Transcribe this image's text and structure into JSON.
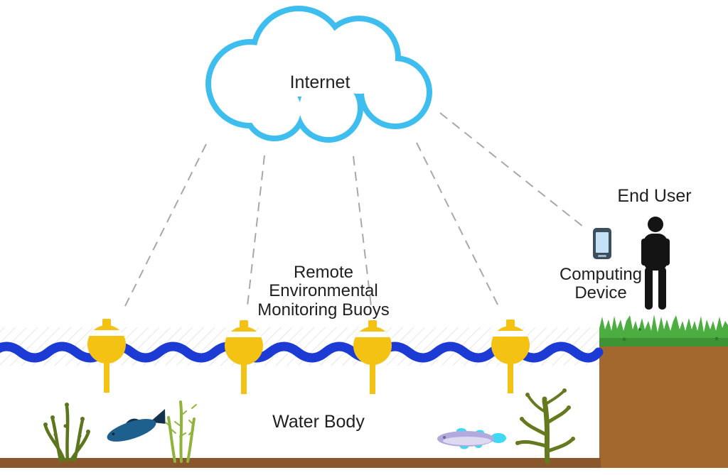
{
  "scene": {
    "labels": {
      "internet": "Internet",
      "remote_buoys": "Remote Environmental Monitoring Buoys",
      "computing_device": "Computing Device",
      "end_user": "End User",
      "water_body": "Water Body"
    },
    "colors": {
      "cloud_outline": "#3EBEEE",
      "water_wave": "#1C3BD4",
      "buoy": "#F3C212",
      "grass_light": "#4CAE41",
      "grass_dark": "#3E9334",
      "shore_soil": "#A2682E",
      "sediment": "#8A562B",
      "dashed_link": "#A8A8A8",
      "person": "#141414",
      "phone_body": "#3D4E5C",
      "phone_screen": "#C5E1F6",
      "fish_left_body": "#1D5F8D",
      "fish_left_fins": "#14314E",
      "fish_right_body": "#B2A9DF",
      "fish_right_fins": "#3ED9F5",
      "seaweed_dark": "#5C761D",
      "seaweed_light": "#8FB43B",
      "coral": "#65791E",
      "text": "#1F1F1F"
    },
    "nodes": [
      {
        "id": "internet-cloud",
        "label": "Internet",
        "type": "cloud"
      },
      {
        "id": "buoy-1",
        "type": "monitoring-buoy"
      },
      {
        "id": "buoy-2",
        "type": "monitoring-buoy"
      },
      {
        "id": "buoy-3",
        "type": "monitoring-buoy"
      },
      {
        "id": "buoy-4",
        "type": "monitoring-buoy"
      },
      {
        "id": "computing-device",
        "label": "Computing Device",
        "type": "device"
      },
      {
        "id": "end-user",
        "label": "End User",
        "type": "person"
      }
    ],
    "connections": [
      {
        "from": "internet-cloud",
        "to": "buoy-1",
        "style": "dashed"
      },
      {
        "from": "internet-cloud",
        "to": "buoy-2",
        "style": "dashed"
      },
      {
        "from": "internet-cloud",
        "to": "buoy-3",
        "style": "dashed"
      },
      {
        "from": "internet-cloud",
        "to": "buoy-4",
        "style": "dashed"
      },
      {
        "from": "internet-cloud",
        "to": "computing-device",
        "style": "dashed"
      }
    ],
    "buoy_count": 4
  }
}
